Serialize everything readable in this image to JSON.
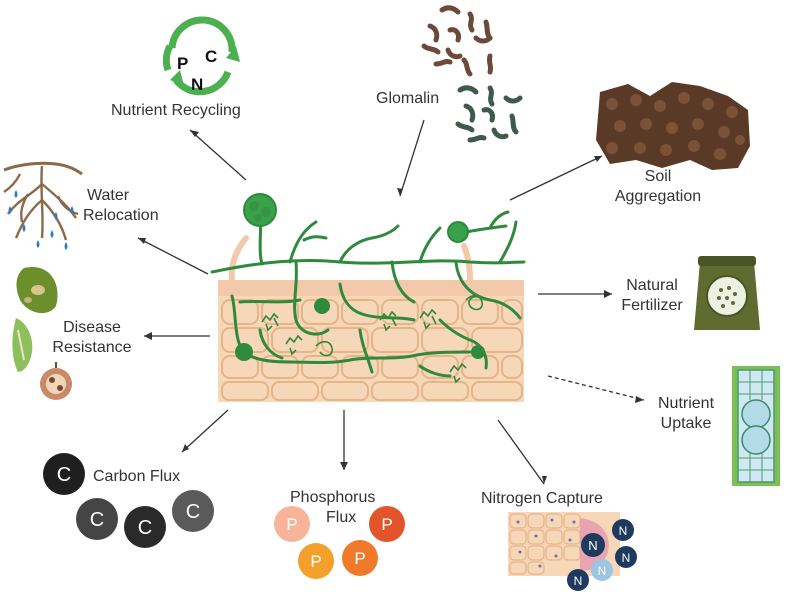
{
  "labels": {
    "nutrient_recycling": "Nutrient Recycling",
    "glomalin": "Glomalin",
    "soil_aggregation_1": "Soil",
    "soil_aggregation_2": "Aggregation",
    "water_relocation_1": "Water",
    "water_relocation_2": "Relocation",
    "natural_fertilizer_1": "Natural",
    "natural_fertilizer_2": "Fertilizer",
    "disease_resistance_1": "Disease",
    "disease_resistance_2": "Resistance",
    "nutrient_uptake_1": "Nutrient",
    "nutrient_uptake_2": "Uptake",
    "carbon_flux": "Carbon Flux",
    "phosphorus_flux_1": "Phosphorus",
    "phosphorus_flux_2": "Flux",
    "nitrogen_capture": "Nitrogen Capture"
  },
  "cycle_letters": {
    "p": "P",
    "c": "C",
    "n": "N"
  },
  "carbon_letter": "C",
  "phosphorus_letter": "P",
  "nitrogen_letter": "N",
  "colors": {
    "hypha": "#2f8a3e",
    "spore": "#3aa04a",
    "root_tissue": "#f6d7b7",
    "root_cell_border": "#e6b48a",
    "carbon": "#3a3a3a",
    "phosphorus_orange": "#f3a12a",
    "phosphorus_red": "#e2552b",
    "nitrogen_navy": "#1f3a5f",
    "nitrogen_light": "#9cc5e2",
    "cycle_green": "#4caf50",
    "glomalin_brown": "#6b4a3a",
    "glomalin_teal": "#3d5a4a",
    "soil_brown": "#5a3a26",
    "fertilizer_bag": "#5f6b2f"
  },
  "icons": [
    "nutrient-cycle-icon",
    "glomalin-icon",
    "soil-aggregate-icon",
    "water-roots-icon",
    "fertilizer-bag-icon",
    "diseased-leaf-icon",
    "root-cross-section-icon",
    "carbon-circle-icon",
    "phosphorus-circle-icon",
    "nitrogen-circle-icon"
  ]
}
